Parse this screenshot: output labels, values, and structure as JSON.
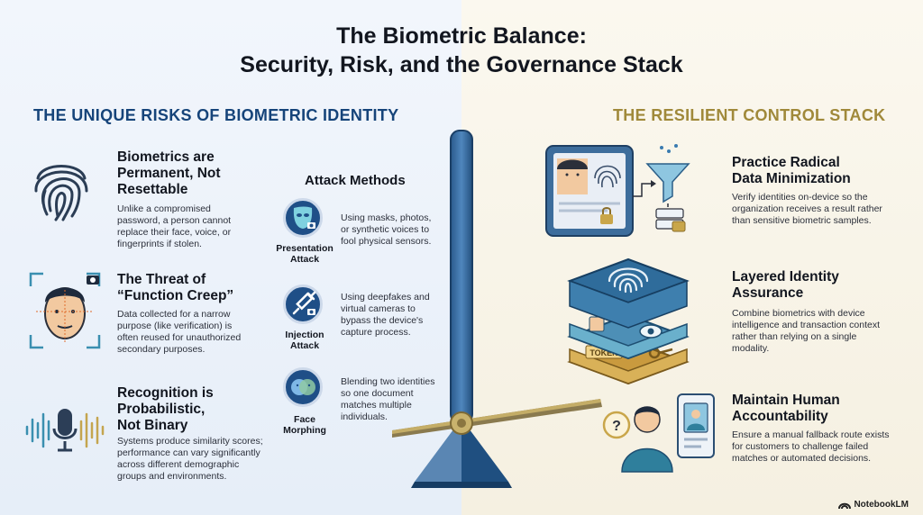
{
  "title": {
    "line1": "The Biometric Balance:",
    "line2": "Security, Risk, and the Governance Stack"
  },
  "left_section": {
    "heading": "THE UNIQUE RISKS OF BIOMETRIC IDENTITY",
    "items": [
      {
        "title_l1": "Biometrics are",
        "title_l2": "Permanent, Not",
        "title_l3": "Resettable",
        "body_l1": "Unlike a compromised",
        "body_l2": "password, a person cannot",
        "body_l3": "replace their face, voice, or",
        "body_l4": "fingerprints if stolen.",
        "icon": "fingerprint-icon"
      },
      {
        "title_l1": "The Threat of",
        "title_l2": "“Function Creep”",
        "body_l1": "Data collected for a narrow",
        "body_l2": "purpose (like verification) is",
        "body_l3": "often reused for unauthorized",
        "body_l4": "secondary purposes.",
        "icon": "face-scan-icon"
      },
      {
        "title_l1": "Recognition is",
        "title_l2": "Probabilistic,",
        "title_l3": "Not Binary",
        "body_l1": "Systems produce similarity scores;",
        "body_l2": "performance can vary significantly",
        "body_l3": "across different demographic",
        "body_l4": "groups and environments.",
        "icon": "voice-microphone-icon"
      }
    ]
  },
  "attack_methods": {
    "heading": "Attack Methods",
    "items": [
      {
        "label_l1": "Presentation",
        "label_l2": "Attack",
        "body_l1": "Using masks, photos,",
        "body_l2": "or synthetic voices to",
        "body_l3": "fool physical sensors.",
        "icon": "mask-icon"
      },
      {
        "label_l1": "Injection",
        "label_l2": "Attack",
        "body_l1": "Using deepfakes and",
        "body_l2": "virtual cameras to",
        "body_l3": "bypass the device's",
        "body_l4": "capture process.",
        "icon": "syringe-icon"
      },
      {
        "label_l1": "Face",
        "label_l2": "Morphing",
        "body_l1": "Blending two identities",
        "body_l2": "so one document",
        "body_l3": "matches multiple",
        "body_l4": "individuals.",
        "icon": "morph-faces-icon"
      }
    ]
  },
  "right_section": {
    "heading": "THE RESILIENT CONTROL STACK",
    "items": [
      {
        "title_l1": "Practice Radical",
        "title_l2": "Data Minimization",
        "body_l1": "Verify identities on-device so the",
        "body_l2": "organization receives a result rather",
        "body_l3": "than sensitive biometric samples.",
        "icon": "tablet-funnel-icon"
      },
      {
        "title_l1": "Layered Identity",
        "title_l2": "Assurance",
        "body_l1": "Combine biometrics with device",
        "body_l2": "intelligence and transaction context",
        "body_l3": "rather than relying on a single",
        "body_l4": "modality.",
        "icon": "layered-stack-icon",
        "token_text": "TOKEN"
      },
      {
        "title_l1": "Maintain Human",
        "title_l2": "Accountability",
        "body_l1": "Ensure a manual fallback route exists",
        "body_l2": "for customers to challenge failed",
        "body_l3": "matches or automated decisions.",
        "icon": "human-review-icon"
      }
    ]
  },
  "footer": {
    "brand": "NotebookLM"
  },
  "colors": {
    "navy": "#16447a",
    "gold": "#a0893a",
    "steel": "#3d6d9c"
  }
}
